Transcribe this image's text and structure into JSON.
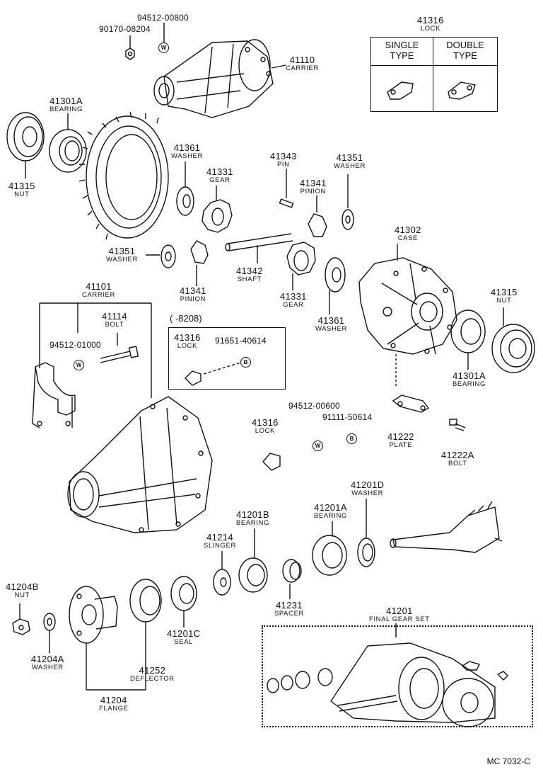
{
  "lock_table": {
    "part_number": "41316",
    "part_name": "LOCK",
    "col1": "SINGLE\nTYPE",
    "col2": "DOUBLE\nTYPE"
  },
  "parts": {
    "p94512_00800": "94512-00800",
    "p90170_08204": "90170-08204",
    "p41110": {
      "num": "41110",
      "name": "CARRIER"
    },
    "p41301a_top": {
      "num": "41301A",
      "name": "BEARING"
    },
    "p41315_top": {
      "num": "41315",
      "name": "NUT"
    },
    "p41361_top": {
      "num": "41361",
      "name": "WASHER"
    },
    "p41331_top": {
      "num": "41331",
      "name": "GEAR"
    },
    "p41343": {
      "num": "41343",
      "name": "PIN"
    },
    "p41351_right": {
      "num": "41351",
      "name": "WASHER"
    },
    "p41341_right": {
      "num": "41341",
      "name": "PINION"
    },
    "p41302": {
      "num": "41302",
      "name": "CASE"
    },
    "p41351_left": {
      "num": "41351",
      "name": "WASHER"
    },
    "p41342": {
      "num": "41342",
      "name": "SHAFT"
    },
    "p41341_left": {
      "num": "41341",
      "name": "PINION"
    },
    "p41331_bottom": {
      "num": "41331",
      "name": "GEAR"
    },
    "p41361_bottom": {
      "num": "41361",
      "name": "WASHER"
    },
    "p41315_right": {
      "num": "41315",
      "name": "NUT"
    },
    "p41301a_right": {
      "num": "41301A",
      "name": "BEARING"
    },
    "p41101": {
      "num": "41101",
      "name": "CARRIER"
    },
    "p41114": {
      "num": "41114",
      "name": "BOLT"
    },
    "p94512_01000": "94512-01000",
    "period_text": "(      -8208)",
    "p41316_sub": {
      "num": "41316",
      "name": "LOCK"
    },
    "p91651_40614": "91651-40614",
    "p94512_00600": "94512-00600",
    "p91111_50614": "91111-50614",
    "p41316_mid": {
      "num": "41316",
      "name": "LOCK"
    },
    "p41222": {
      "num": "41222",
      "name": "PLATE"
    },
    "p41222a": {
      "num": "41222A",
      "name": "BOLT"
    },
    "p41201d": {
      "num": "41201D",
      "name": "WASHER"
    },
    "p41201a": {
      "num": "41201A",
      "name": "BEARING"
    },
    "p41201b": {
      "num": "41201B",
      "name": "BEARING"
    },
    "p41214": {
      "num": "41214",
      "name": "SLINGER"
    },
    "p41231": {
      "num": "41231",
      "name": "SPACER"
    },
    "p41204b": {
      "num": "41204B",
      "name": "NUT"
    },
    "p41204a": {
      "num": "41204A",
      "name": "WASHER"
    },
    "p41201c": {
      "num": "41201C",
      "name": "SEAL"
    },
    "p41252": {
      "num": "41252",
      "name": "DEFLECTOR"
    },
    "p41204": {
      "num": "41204",
      "name": "FLANGE"
    },
    "p41201": {
      "num": "41201",
      "name": "FINAL GEAR SET"
    }
  },
  "badges": {
    "w": "W",
    "b": "B"
  },
  "footer": "MC  7032-C"
}
